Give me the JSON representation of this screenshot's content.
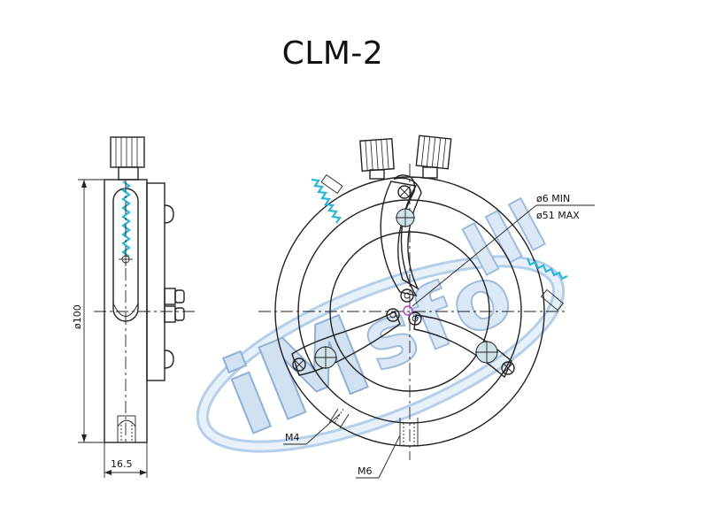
{
  "title": "CLM-2",
  "dimensions": {
    "height_label": "ø100",
    "width_label": "16.5",
    "min_label": "ø6  MIN",
    "max_label": "ø51  MAX",
    "thread_m4": "M4",
    "thread_m6": "M6"
  },
  "watermark": {
    "text": "iM sfo",
    "colors": {
      "fill": "#c9dcf0",
      "outline": "#7ea3cf"
    }
  },
  "colors": {
    "line": "#222222",
    "spring": "#29b7d8",
    "marker": "#b040c8"
  }
}
